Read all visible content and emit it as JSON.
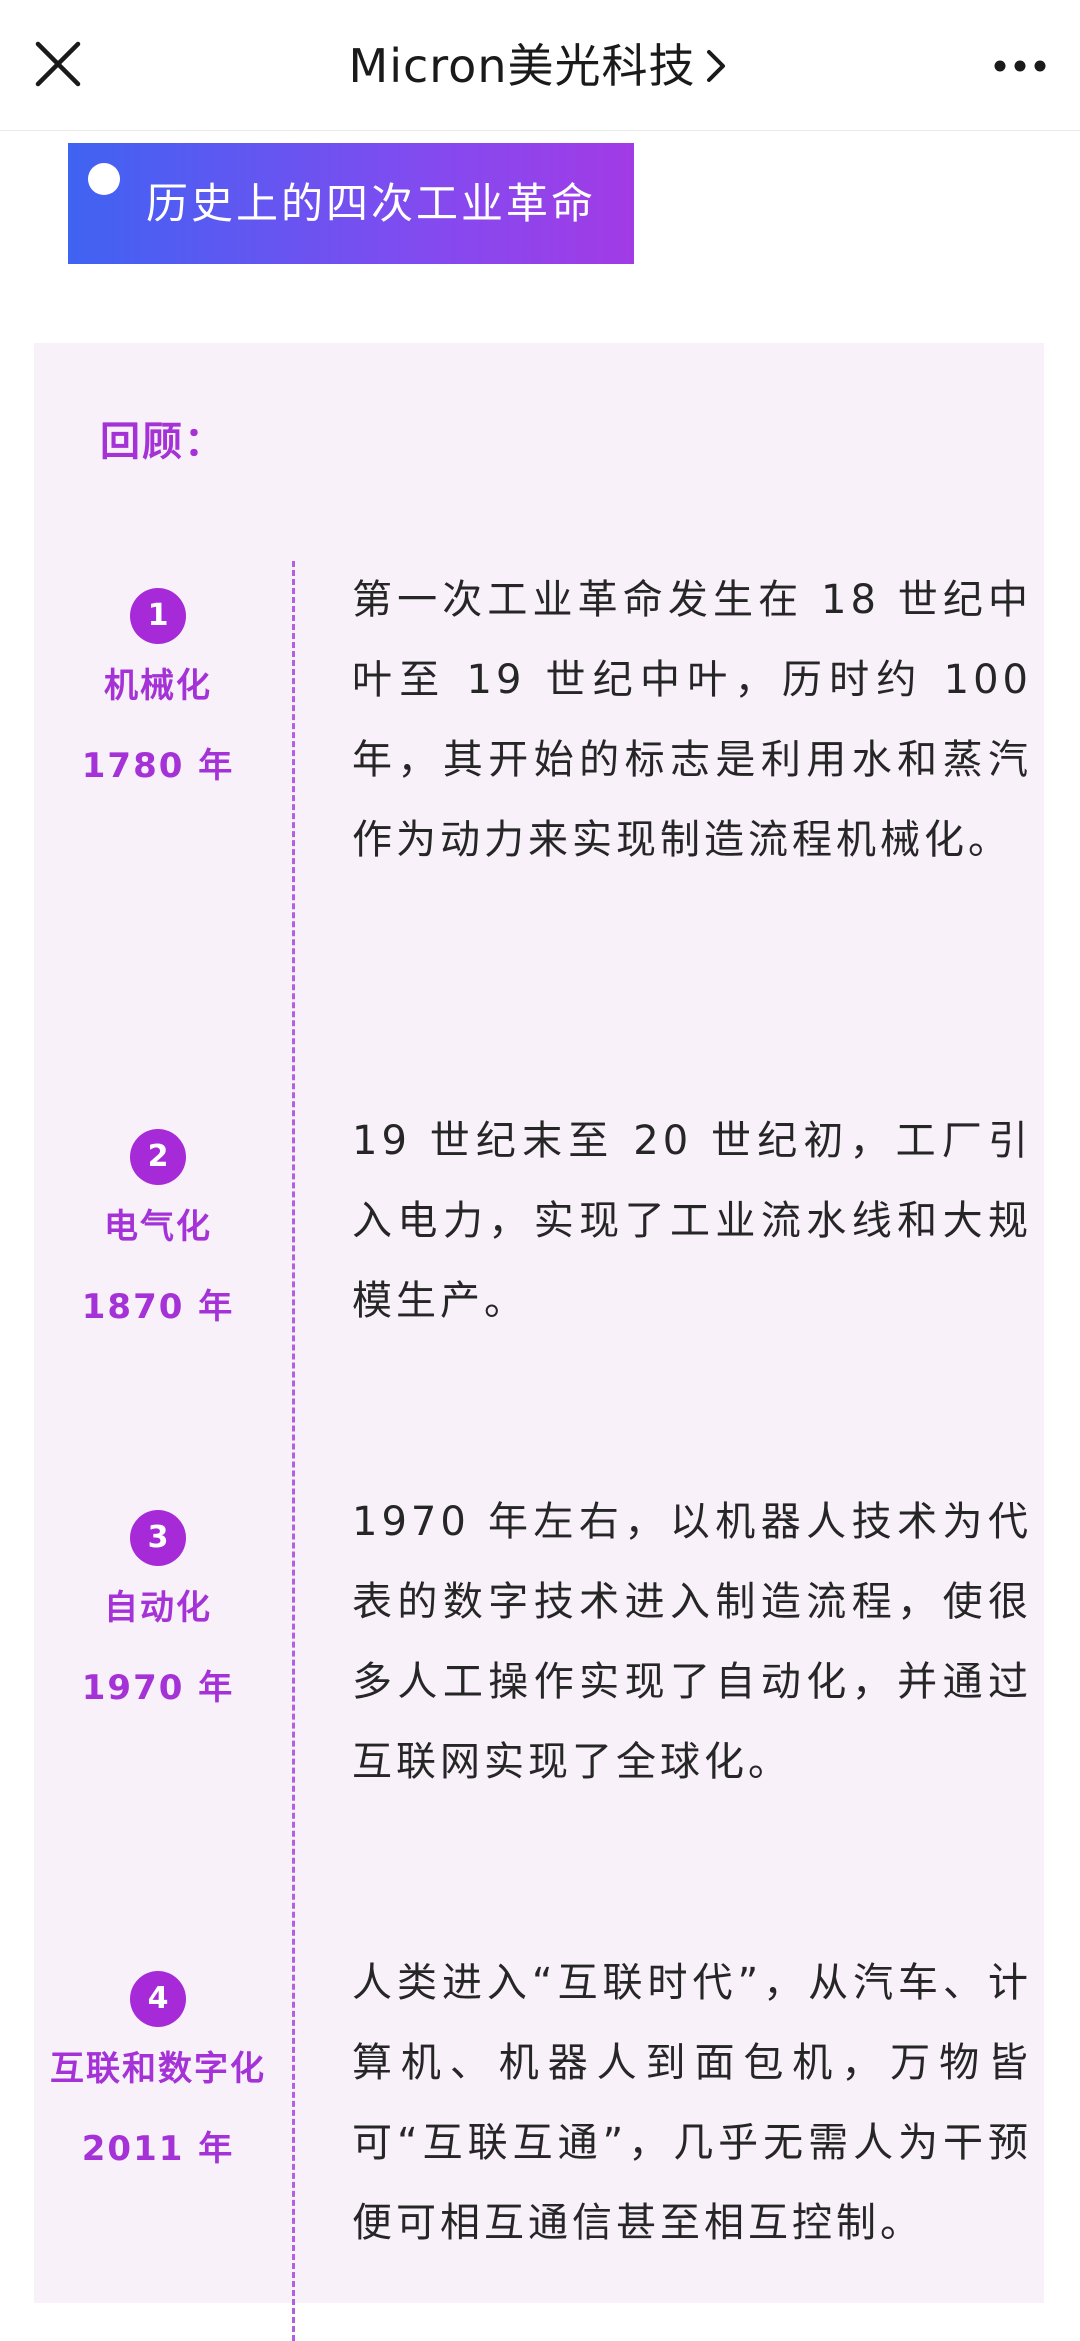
{
  "nav": {
    "title": "Micron美光科技"
  },
  "banner": {
    "title": "历史上的四次工业革命"
  },
  "review": {
    "label": "回顾："
  },
  "entries": [
    {
      "num": "1",
      "phase": "机械化",
      "year": "1780 年",
      "text": "第一次工业革命发生在 18 世纪中叶至 19 世纪中叶，历时约 100 年，其开始的标志是利用水和蒸汽作为动力来实现制造流程机械化。"
    },
    {
      "num": "2",
      "phase": "电气化",
      "year": "1870 年",
      "text": "19 世纪末至 20 世纪初，工厂引入电力，实现了工业流水线和大规模生产。"
    },
    {
      "num": "3",
      "phase": "自动化",
      "year": "1970 年",
      "text": "1970 年左右，以机器人技术为代表的数字技术进入制造流程，使很多人工操作实现了自动化，并通过互联网实现了全球化。"
    },
    {
      "num": "4",
      "phase": "互联和数字化",
      "year": "2011 年",
      "text": "人类进入“互联时代”，从汽车、计算机、机器人到面包机，万物皆可“互联互通”，几乎无需人为干预便可相互通信甚至相互控制。"
    }
  ],
  "colors": {
    "accent": "#a432d6",
    "card_bg": "#f8f1fa",
    "banner_start": "#3f63f2",
    "banner_end": "#a23be6"
  },
  "icons": {
    "close": "close-icon",
    "chevron": "chevron-right-icon",
    "more": "more-icon"
  }
}
